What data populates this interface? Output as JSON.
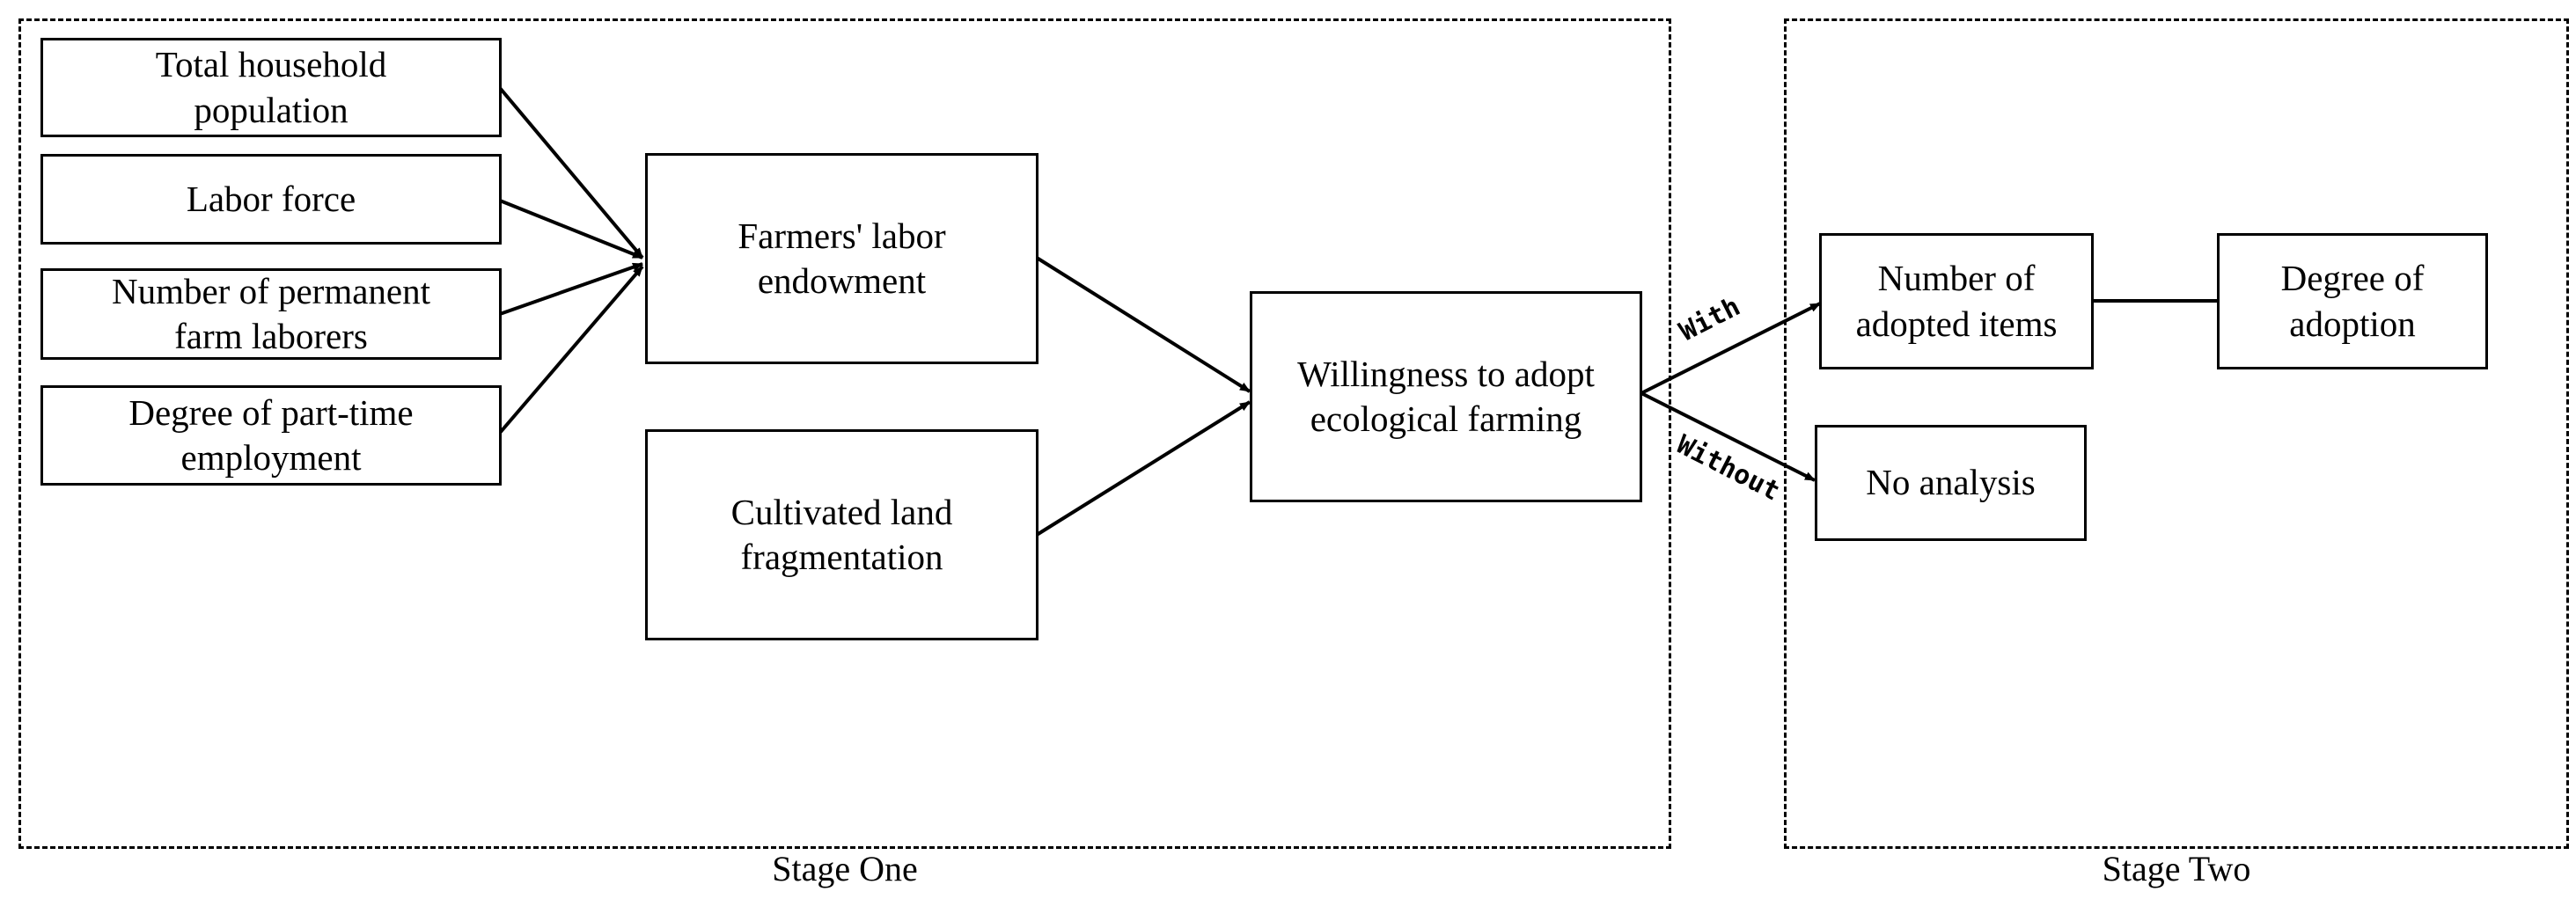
{
  "stages": {
    "one_label": "Stage One",
    "two_label": "Stage Two"
  },
  "nodes": {
    "total_household_population": "Total household\npopulation",
    "labor_force": "Labor force",
    "permanent_farm_laborers": "Number of permanent\nfarm laborers",
    "part_time_employment": "Degree of part-time\nemployment",
    "labor_endowment": "Farmers' labor\nendowment",
    "land_fragmentation": "Cultivated land\nfragmentation",
    "willingness": "Willingness to adopt\necological farming",
    "adopted_items": "Number of\nadopted items",
    "degree_of_adoption": "Degree of\nadoption",
    "no_analysis": "No analysis"
  },
  "edges": {
    "with_label": "With",
    "without_label": "Without"
  }
}
